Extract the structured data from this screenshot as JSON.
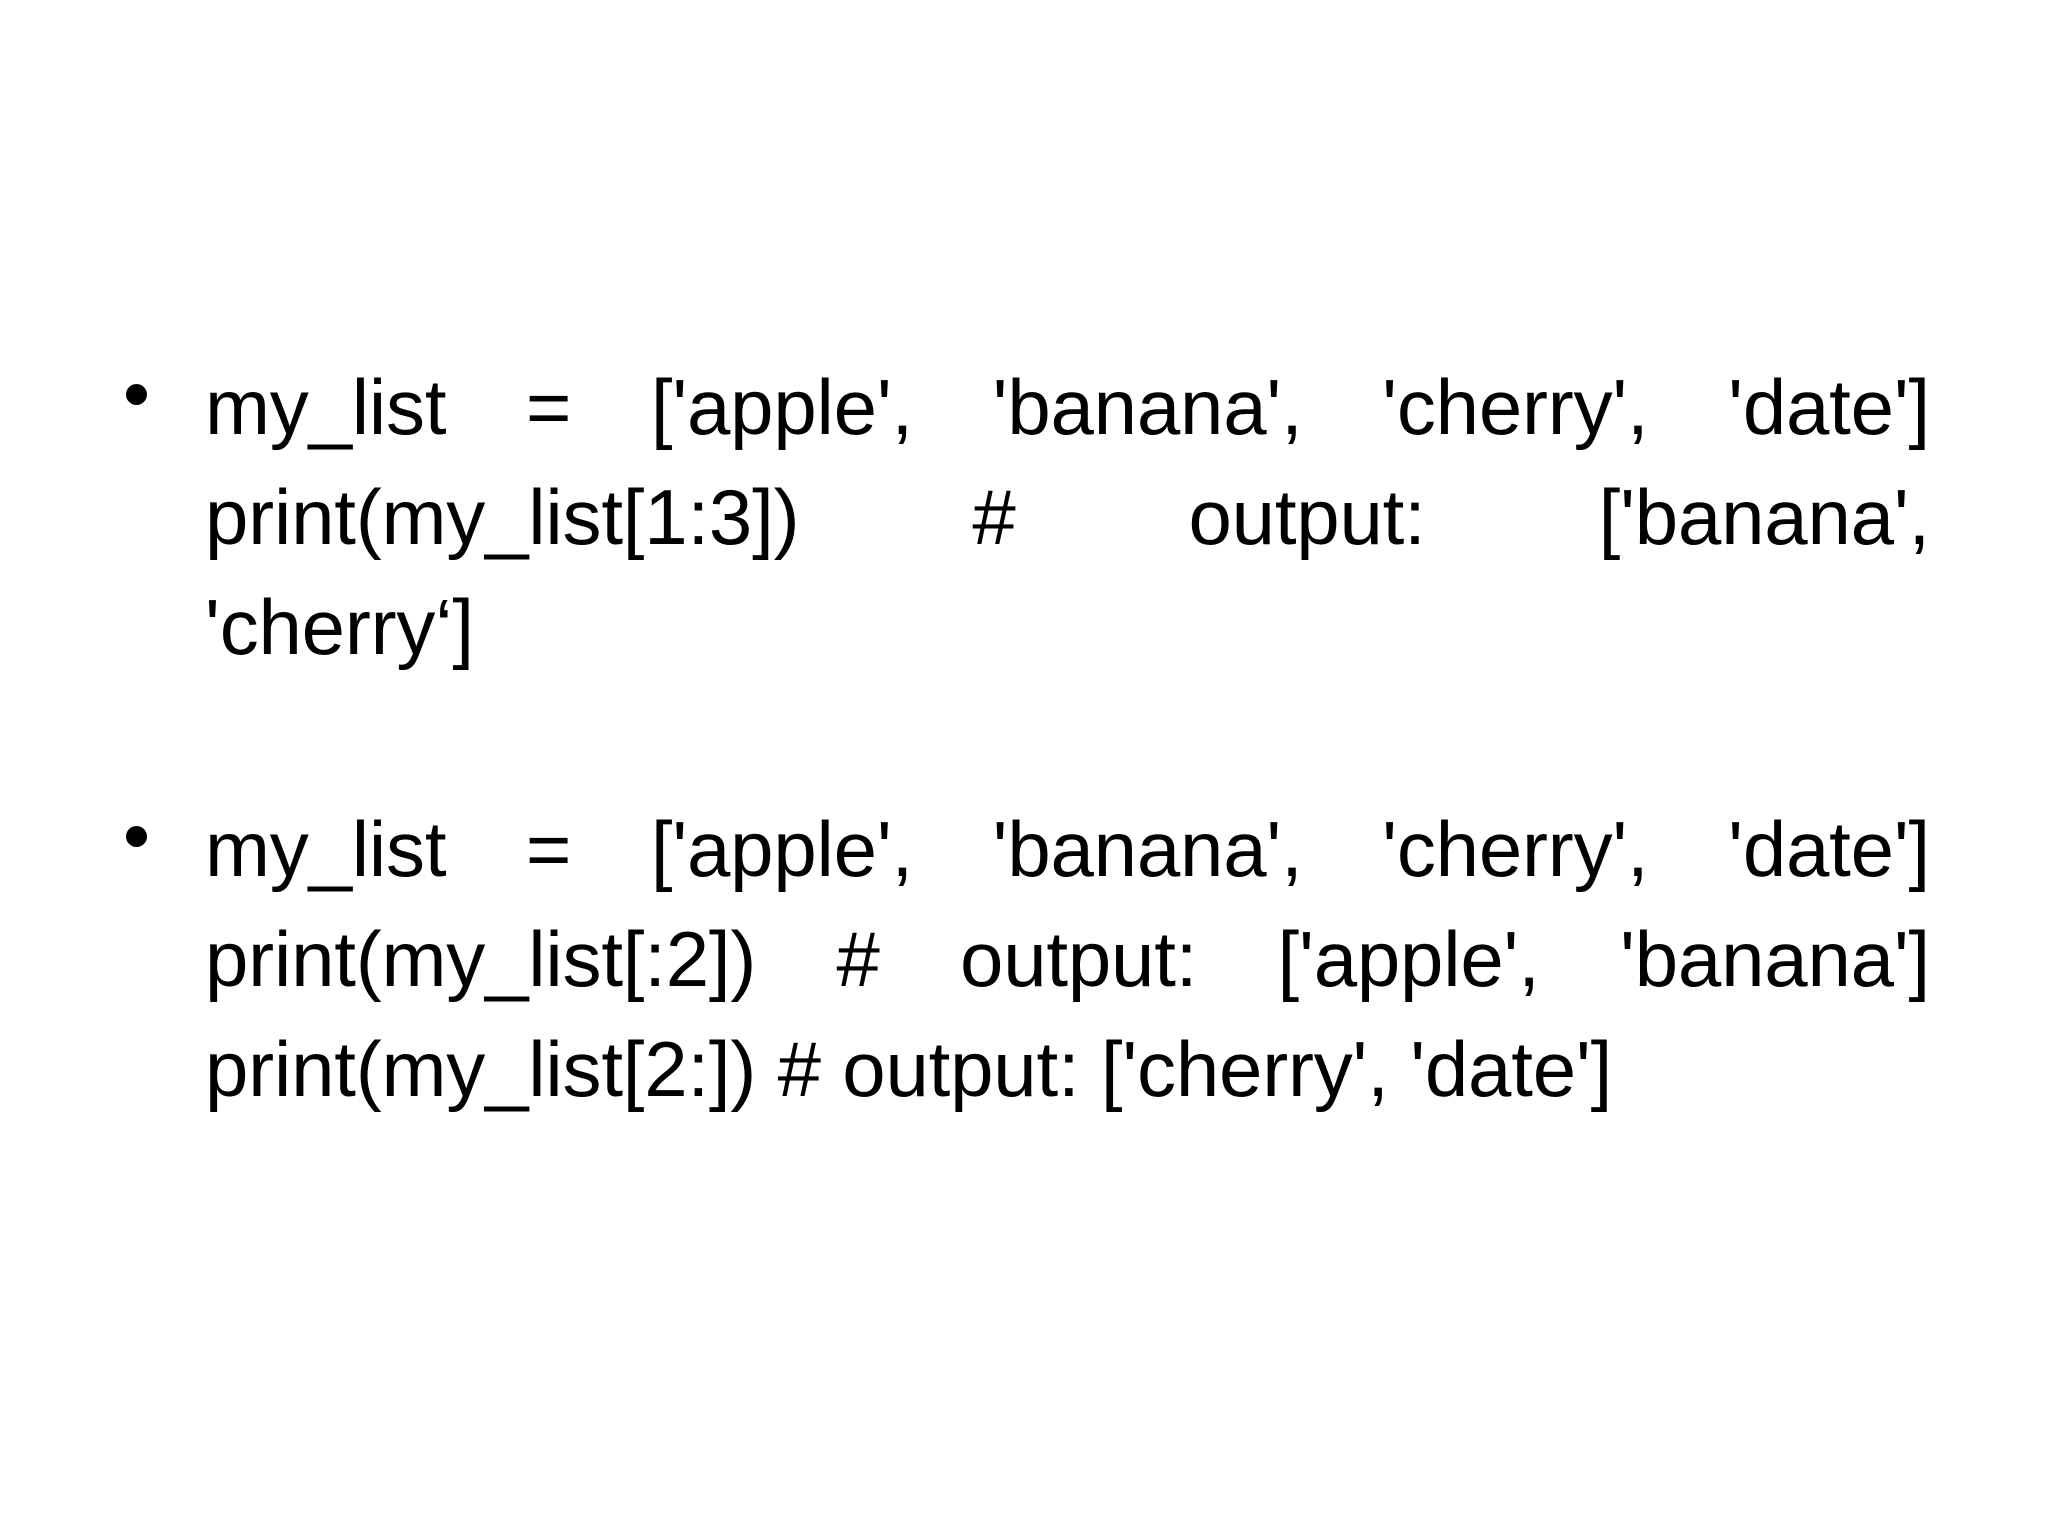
{
  "slide": {
    "background_color": "#ffffff",
    "text_color": "#000000",
    "bullet_glyph": "•"
  },
  "bullets": [
    {
      "id": "bullet-1",
      "marker": "•",
      "lines": [
        "my_list = ['apple', 'banana', 'cherry', 'date']",
        "print(my_list[1:3])   #   output:   ['banana',",
        "'cherry‘]"
      ],
      "full_text": "my_list = ['apple', 'banana', 'cherry', 'date'] print(my_list[1:3]) # output: ['banana', 'cherry‘]"
    },
    {
      "id": "bullet-2",
      "marker": "•",
      "lines": [
        "my_list = ['apple', 'banana', 'cherry', 'date']",
        "print(my_list[:2]) # output: ['apple', 'banana']",
        "print(my_list[2:]) # output: ['cherry', 'date']"
      ],
      "full_text": "my_list = ['apple', 'banana', 'cherry', 'date'] print(my_list[:2]) # output: ['apple', 'banana'] print(my_list[2:]) # output: ['cherry', 'date']"
    }
  ]
}
